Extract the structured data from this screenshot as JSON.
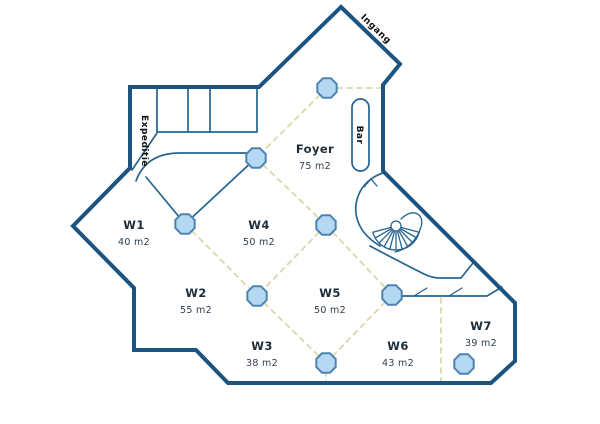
{
  "floorplan": {
    "entrance_label": "Ingang",
    "expedition_label": "Expeditie",
    "bar_label": "Bar",
    "foyer": {
      "name": "Foyer",
      "area": "75 m2"
    },
    "rooms": [
      {
        "id": "W1",
        "area": "40 m2"
      },
      {
        "id": "W2",
        "area": "55 m2"
      },
      {
        "id": "W3",
        "area": "38 m2"
      },
      {
        "id": "W4",
        "area": "50 m2"
      },
      {
        "id": "W5",
        "area": "50 m2"
      },
      {
        "id": "W6",
        "area": "43 m2"
      },
      {
        "id": "W7",
        "area": "39 m2"
      }
    ],
    "colors": {
      "outer_wall": "#1b5480",
      "inner_line": "#26648f",
      "grid_dash": "#dbd7a9",
      "node_fill": "#b5d9f2",
      "node_stroke": "#4d83b3",
      "text": "#1d2d3a",
      "background": "#ffffff"
    }
  }
}
